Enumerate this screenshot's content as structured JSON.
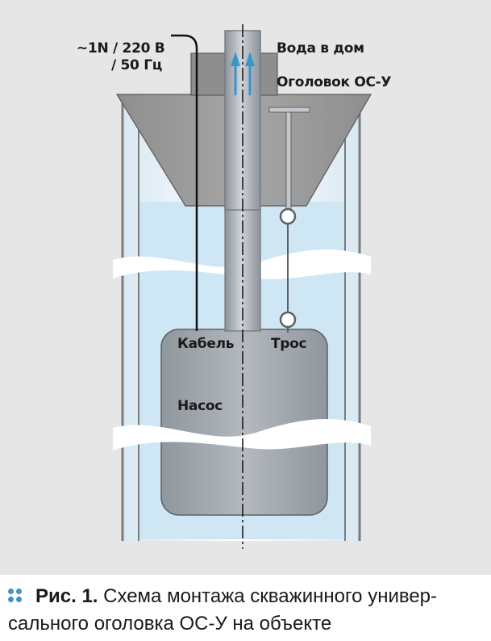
{
  "labels": {
    "power": [
      "~1N / 220 В",
      "/ 50 Гц"
    ],
    "water": "Вода в дом",
    "head": "Оголовок ОС-У",
    "cable": "Кабель",
    "rope": "Трос",
    "pump": "Насос"
  },
  "caption": {
    "prefix": "Рис. 1.",
    "lines": [
      "Схема монтажа скважинного универ-",
      "сального оголовка ОС-У на объекте"
    ]
  },
  "colors": {
    "background": "#e6e6e6",
    "water": "#cfe6f5",
    "metal": "#9aa0a6",
    "pipe": "#b6bcc2",
    "flow_arrows": "#3a95c9"
  },
  "icons": [
    "flow-up-arrow-icon",
    "caption-dots-icon"
  ]
}
